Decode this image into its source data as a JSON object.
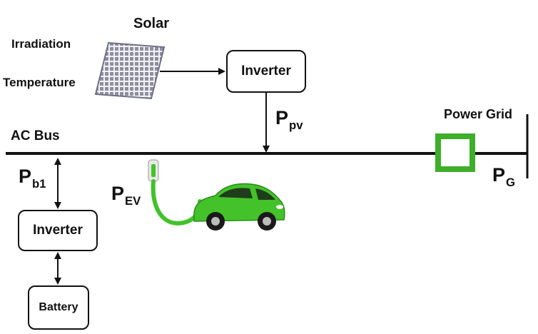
{
  "solar": {
    "title": "Solar",
    "input_1": "Irradiation",
    "input_2": "Temperature",
    "panel_icon": "solar-panel-icon"
  },
  "inverter_pv": {
    "label": "Inverter"
  },
  "p_pv": {
    "main": "P",
    "sub": "pv"
  },
  "ac_bus": {
    "label": "AC Bus"
  },
  "power_grid": {
    "label": "Power Grid",
    "symbol_color": "#3fae2a"
  },
  "p_g": {
    "main": "P",
    "sub": "G"
  },
  "p_b1": {
    "main": "P",
    "sub": "b1"
  },
  "inverter_battery": {
    "label": "Inverter"
  },
  "battery": {
    "label": "Battery"
  },
  "ev": {
    "main": "P",
    "sub": "EV",
    "icon": "electric-car-icon",
    "color": "#43c22a"
  }
}
